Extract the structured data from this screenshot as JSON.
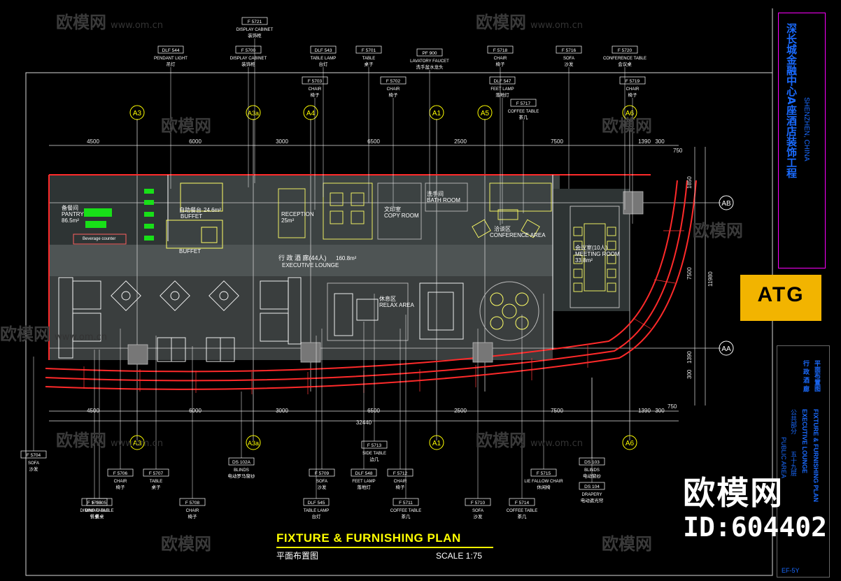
{
  "drawing": {
    "title": "FIXTURE & FURNISHING PLAN",
    "title_cn": "平面布置图",
    "scale": "SCALE 1:75",
    "logo": "ATG",
    "project_cn": "深长城金融中心A座酒店装饰工程",
    "project_en": "SHENZHEN, CHINA",
    "watermark_cn": "欧模网",
    "watermark_url": "www.om.cn",
    "watermark_id": "ID:604402",
    "sheet_en_1": "EXECUTIVE LOUNGE",
    "sheet_en_2": "FIXTURE & FURNISHING PLAN",
    "sheet_cn_1": "行 政 酒 廊",
    "sheet_cn_2": "平面布置图",
    "sheet_area": "公共部分",
    "sheet_floor": "五十九层",
    "sheet_area_en": "PUBLIC AREA",
    "sheet_no": "EF-5Y"
  },
  "grid": {
    "top_labels": [
      "A3",
      "A3a",
      "A4",
      "A1",
      "A5",
      "A6"
    ],
    "bottom_labels": [
      "A3",
      "A3a",
      "A1",
      "A6"
    ],
    "right_labels": [
      "AB",
      "AA"
    ],
    "dims_top": [
      "4500",
      "6000",
      "3000",
      "6500",
      "2500",
      "7500",
      "1390",
      "300"
    ],
    "dims_bottom": [
      "4500",
      "6000",
      "3000",
      "6500",
      "2500",
      "7500",
      "1390",
      "300"
    ],
    "dim_total": "32440",
    "dims_right": [
      "750",
      "1850",
      "7500",
      "11980",
      "1390",
      "300",
      "750"
    ]
  },
  "rooms": [
    {
      "cn": "备餐间",
      "en": "PANTRY",
      "area": "86.5m²"
    },
    {
      "cn": "自助餐台",
      "en": "BUFFET",
      "area": "24.6m²"
    },
    {
      "cn": "",
      "en": "BUFFET",
      "area": ""
    },
    {
      "cn": "",
      "en": "RECEPTION",
      "area": "25m²"
    },
    {
      "cn": "文印室",
      "en": "COPY ROOM",
      "area": ""
    },
    {
      "cn": "洗手间",
      "en": "BATH ROOM",
      "area": ""
    },
    {
      "cn": "洽谈区",
      "en": "CONFERENCE AREA",
      "area": ""
    },
    {
      "cn": "会议室(10人)",
      "en": "MEETING ROOM",
      "area": "33.8m²"
    },
    {
      "cn": "行 政 酒 廊(44人)",
      "en": "EXECUTIVE LOUNGE",
      "area": "160.8m²"
    },
    {
      "cn": "休息区",
      "en": "RELAX AREA",
      "area": ""
    },
    {
      "cn": "",
      "en": "Beverage counter",
      "area": ""
    }
  ],
  "callouts_top": [
    {
      "code": "F 5721",
      "en": "DISPLAY CABINET",
      "cn": "装饰柜"
    },
    {
      "code": "DLF 544",
      "en": "PENDANT LIGHT",
      "cn": "吊灯"
    },
    {
      "code": "F 5700",
      "en": "DISPLAY CABINET",
      "cn": "装饰柜"
    },
    {
      "code": "DLF 543",
      "en": "TABLE LAMP",
      "cn": "台灯"
    },
    {
      "code": "F 5701",
      "en": "TABLE",
      "cn": "桌子"
    },
    {
      "code": "F 5703",
      "en": "CHAIR",
      "cn": "椅子"
    },
    {
      "code": "F 5702",
      "en": "CHAIR",
      "cn": "椅子"
    },
    {
      "code": "PF 900",
      "en": "LAVATORY FAUCET",
      "cn": "洗手盆水龙头"
    },
    {
      "code": "F 5718",
      "en": "CHAIR",
      "cn": "椅子"
    },
    {
      "code": "DLF 547",
      "en": "FEET LAMP",
      "cn": "落地灯"
    },
    {
      "code": "F 5717",
      "en": "COFFEE TABLE",
      "cn": "茶几"
    },
    {
      "code": "F 5716",
      "en": "SOFA",
      "cn": "沙发"
    },
    {
      "code": "F 5720",
      "en": "CONFERENCE TABLE",
      "cn": "会议桌"
    },
    {
      "code": "F 5719",
      "en": "CHAIR",
      "cn": "椅子"
    }
  ],
  "callouts_bottom": [
    {
      "code": "F 5704",
      "en": "SOFA",
      "cn": "沙发"
    },
    {
      "code": "F 5705",
      "en": "DINING TABLE",
      "cn": "餐桌"
    },
    {
      "code": "F 5706",
      "en": "CHAIR",
      "cn": "椅子"
    },
    {
      "code": "F 5707",
      "en": "TABLE",
      "cn": "桌子"
    },
    {
      "code": "F 5708",
      "en": "CHAIR",
      "cn": "椅子"
    },
    {
      "code": "F 5705",
      "en": "DINING TABLE",
      "cn": "餐桌"
    },
    {
      "code": "DS 102A",
      "en": "BLINDS",
      "cn": "电动罗马窗纱"
    },
    {
      "code": "F 5709",
      "en": "SOFA",
      "cn": "沙发"
    },
    {
      "code": "DLF 545",
      "en": "TABLE LAMP",
      "cn": "台灯"
    },
    {
      "code": "DLF 548",
      "en": "FEET LAMP",
      "cn": "落地灯"
    },
    {
      "code": "F 5713",
      "en": "SIDE TABLE",
      "cn": "边几"
    },
    {
      "code": "F 5712",
      "en": "CHAIR",
      "cn": "椅子"
    },
    {
      "code": "F 5711",
      "en": "COFFEE TABLE",
      "cn": "茶几"
    },
    {
      "code": "F 5710",
      "en": "SOFA",
      "cn": "沙发"
    },
    {
      "code": "F 5715",
      "en": "LIE FALLOW CHAIR",
      "cn": "休闲椅"
    },
    {
      "code": "F 5714",
      "en": "COFFEE TABLE",
      "cn": "茶几"
    },
    {
      "code": "DS 103",
      "en": "BLINDS",
      "cn": "电动窗纱"
    },
    {
      "code": "DS 104",
      "en": "DRAPERY",
      "cn": "电动遮光帘"
    }
  ],
  "colors": {
    "grid_line": "#ffffff",
    "wall": "#ff2020",
    "furniture": "#ffff66",
    "dim": "#00ff66",
    "floor": "#6c7070",
    "bubble": "#ffff00",
    "accent_logo": "#f2b400",
    "side_title": "#ff00ff",
    "side_title_text": "#1a6bff"
  }
}
